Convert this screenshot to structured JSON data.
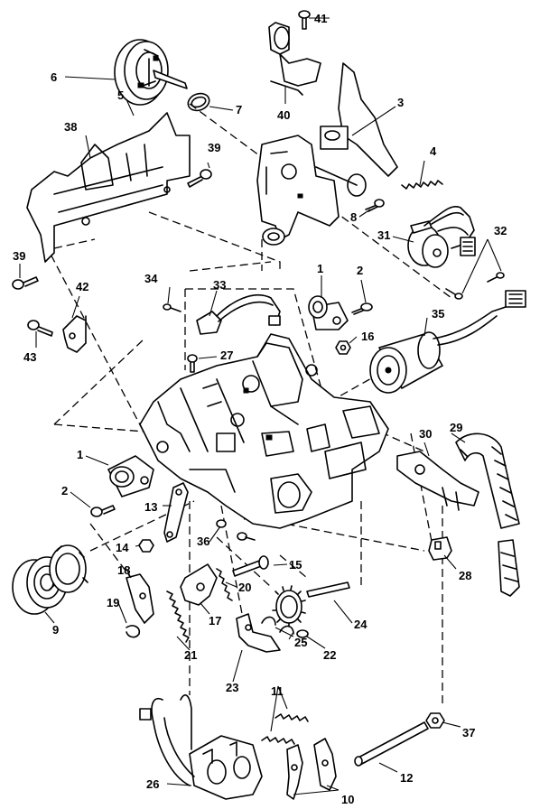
{
  "diagram": {
    "callouts": [
      {
        "id": "p41",
        "label": "41"
      },
      {
        "id": "p6",
        "label": "6"
      },
      {
        "id": "p7",
        "label": "7"
      },
      {
        "id": "p5",
        "label": "5"
      },
      {
        "id": "p40",
        "label": "40"
      },
      {
        "id": "p3",
        "label": "3"
      },
      {
        "id": "p38",
        "label": "38"
      },
      {
        "id": "p39a",
        "label": "39"
      },
      {
        "id": "p4",
        "label": "4"
      },
      {
        "id": "p8",
        "label": "8"
      },
      {
        "id": "p31",
        "label": "31"
      },
      {
        "id": "p32",
        "label": "32"
      },
      {
        "id": "p39b",
        "label": "39"
      },
      {
        "id": "p34",
        "label": "34"
      },
      {
        "id": "p33",
        "label": "33"
      },
      {
        "id": "p1a",
        "label": "1"
      },
      {
        "id": "p2a",
        "label": "2"
      },
      {
        "id": "p42",
        "label": "42"
      },
      {
        "id": "p35",
        "label": "35"
      },
      {
        "id": "p16",
        "label": "16"
      },
      {
        "id": "p43",
        "label": "43"
      },
      {
        "id": "p27",
        "label": "27"
      },
      {
        "id": "p1b",
        "label": "1"
      },
      {
        "id": "p29",
        "label": "29"
      },
      {
        "id": "p30",
        "label": "30"
      },
      {
        "id": "p2b",
        "label": "2"
      },
      {
        "id": "p13",
        "label": "13"
      },
      {
        "id": "p14",
        "label": "14"
      },
      {
        "id": "p36",
        "label": "36"
      },
      {
        "id": "p28",
        "label": "28"
      },
      {
        "id": "p15",
        "label": "15"
      },
      {
        "id": "p18",
        "label": "18"
      },
      {
        "id": "p20",
        "label": "20"
      },
      {
        "id": "p9",
        "label": "9"
      },
      {
        "id": "p19",
        "label": "19"
      },
      {
        "id": "p17",
        "label": "17"
      },
      {
        "id": "p24",
        "label": "24"
      },
      {
        "id": "p21",
        "label": "21"
      },
      {
        "id": "p25",
        "label": "25"
      },
      {
        "id": "p22",
        "label": "22"
      },
      {
        "id": "p23",
        "label": "23"
      },
      {
        "id": "p11",
        "label": "11"
      },
      {
        "id": "p37",
        "label": "37"
      },
      {
        "id": "p12",
        "label": "12"
      },
      {
        "id": "p26",
        "label": "26"
      },
      {
        "id": "p10",
        "label": "10"
      }
    ]
  }
}
